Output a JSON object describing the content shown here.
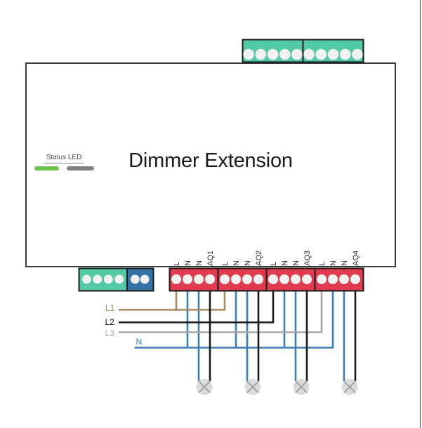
{
  "device": {
    "title": "Dimmer Extension",
    "status_led": {
      "label": "Status LED"
    }
  },
  "output_groups": [
    {
      "labels": [
        "L",
        "N",
        "N",
        "AQ1"
      ]
    },
    {
      "labels": [
        "L",
        "N",
        "N",
        "AQ2"
      ]
    },
    {
      "labels": [
        "L",
        "N",
        "N",
        "AQ3"
      ]
    },
    {
      "labels": [
        "L",
        "N",
        "N",
        "AQ4"
      ]
    }
  ],
  "phases": {
    "l1": "L1",
    "l2": "L2",
    "l3": "L3",
    "n": "N"
  },
  "colors": {
    "connector_teal": "#52C9A7",
    "connector_blue": "#3572A5",
    "terminal_red": "#E23B4F",
    "pin_white": "#F1F1F1",
    "outline": "#1A1A1A",
    "box_border": "#3C3C3C",
    "wire_l1_brown": "#A98A5B",
    "wire_l2_black": "#1A1A1A",
    "wire_l3_gray": "#A8A8A8",
    "wire_n_blue": "#3D7CB3",
    "led_green": "#6FC24C",
    "led_gray": "#7F7F7F",
    "lamp_fill": "#DBDBDB",
    "lamp_cross": "#9E9E9E",
    "terminal_label_color": "#2E2E2E"
  }
}
